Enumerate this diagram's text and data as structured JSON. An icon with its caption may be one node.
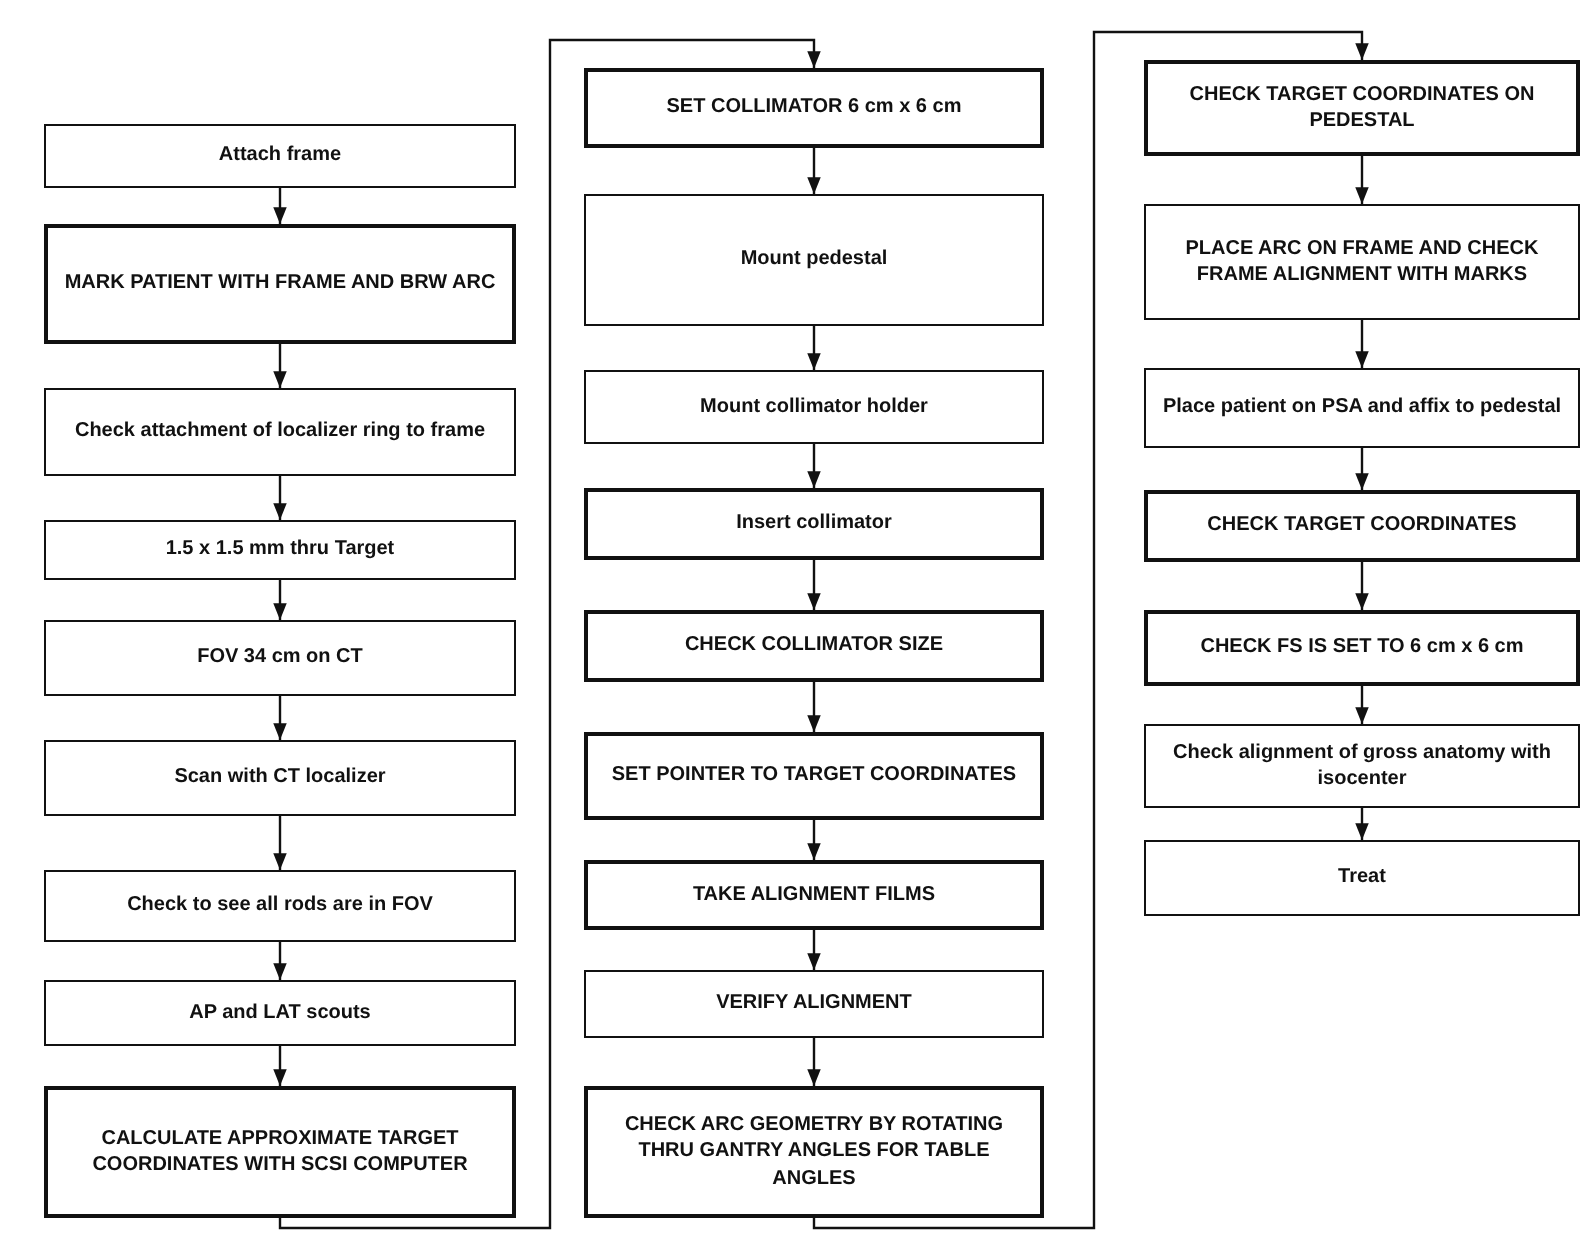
{
  "diagram": {
    "nodes": [
      {
        "text": [
          "Attach frame"
        ]
      },
      {
        "text": [
          "MARK PATIENT WITH FRAME AND BRW ARC"
        ]
      },
      {
        "text": [
          "Check attachment of localizer ring to frame"
        ]
      },
      {
        "text": [
          "1.5 x 1.5 mm thru Target"
        ]
      },
      {
        "text": [
          "FOV 34 cm on CT"
        ]
      },
      {
        "text": [
          "Scan with CT localizer"
        ]
      },
      {
        "text": [
          "Check to see all rods are in FOV"
        ]
      },
      {
        "text": [
          "AP and LAT scouts"
        ]
      },
      {
        "text": [
          "CALCULATE APPROXIMATE TARGET COORDINATES WITH SCSI COMPUTER"
        ]
      },
      {
        "text": [
          "SET COLLIMATOR 6 cm x 6 cm"
        ]
      },
      {
        "text": [
          "Mount pedestal"
        ]
      },
      {
        "text": [
          "Mount collimator holder"
        ]
      },
      {
        "text": [
          "Insert collimator"
        ]
      },
      {
        "text": [
          "CHECK COLLIMATOR SIZE"
        ]
      },
      {
        "text": [
          "SET POINTER TO TARGET COORDINATES"
        ]
      },
      {
        "text": [
          "TAKE ALIGNMENT FILMS"
        ]
      },
      {
        "text": [
          "VERIFY ALIGNMENT"
        ]
      },
      {
        "text": [
          "CHECK ARC GEOMETRY BY ROTATING THRU GANTRY ANGLES FOR TABLE ANGLES"
        ]
      },
      {
        "text": [
          "CHECK TARGET COORDINATES ON PEDESTAL"
        ]
      },
      {
        "text": [
          "PLACE ARC ON FRAME AND CHECK FRAME ALIGNMENT WITH MARKS"
        ]
      },
      {
        "text": [
          "Place patient on PSA and affix to pedestal"
        ]
      },
      {
        "text": [
          "CHECK TARGET COORDINATES"
        ]
      },
      {
        "text": [
          "CHECK FS IS SET TO 6 cm x 6 cm"
        ]
      },
      {
        "text": [
          "Check alignment of gross anatomy with isocenter"
        ]
      },
      {
        "text": [
          "Treat"
        ]
      }
    ],
    "edges": [
      {
        "from": 0,
        "to": 1,
        "arrow": "to"
      },
      {
        "from": 1,
        "to": 2,
        "arrow": "to"
      },
      {
        "from": 2,
        "to": 3,
        "arrow": "to"
      },
      {
        "from": 3,
        "to": 4,
        "arrow": "to"
      },
      {
        "from": 4,
        "to": 5,
        "arrow": "to"
      },
      {
        "from": 5,
        "to": 6,
        "arrow": "to"
      },
      {
        "from": 6,
        "to": 7,
        "arrow": "to"
      },
      {
        "from": 7,
        "to": 8,
        "arrow": "to"
      },
      {
        "from": 8,
        "to": 9,
        "arrow": "to"
      },
      {
        "from": 9,
        "to": 10,
        "arrow": "to"
      },
      {
        "from": 10,
        "to": 11,
        "arrow": "to"
      },
      {
        "from": 11,
        "to": 12,
        "arrow": "to"
      },
      {
        "from": 12,
        "to": 13,
        "arrow": "to"
      },
      {
        "from": 13,
        "to": 14,
        "arrow": "to"
      },
      {
        "from": 14,
        "to": 15,
        "arrow": "to"
      },
      {
        "from": 15,
        "to": 16,
        "arrow": "to"
      },
      {
        "from": 16,
        "to": 17,
        "arrow": "to"
      },
      {
        "from": 17,
        "to": 18,
        "arrow": "to"
      },
      {
        "from": 18,
        "to": 19,
        "arrow": "to"
      },
      {
        "from": 19,
        "to": 20,
        "arrow": "to"
      },
      {
        "from": 20,
        "to": 21,
        "arrow": "to"
      },
      {
        "from": 21,
        "to": 22,
        "arrow": "to"
      },
      {
        "from": 22,
        "to": 23,
        "arrow": "to"
      },
      {
        "from": 23,
        "to": 24,
        "arrow": "to"
      }
    ]
  }
}
